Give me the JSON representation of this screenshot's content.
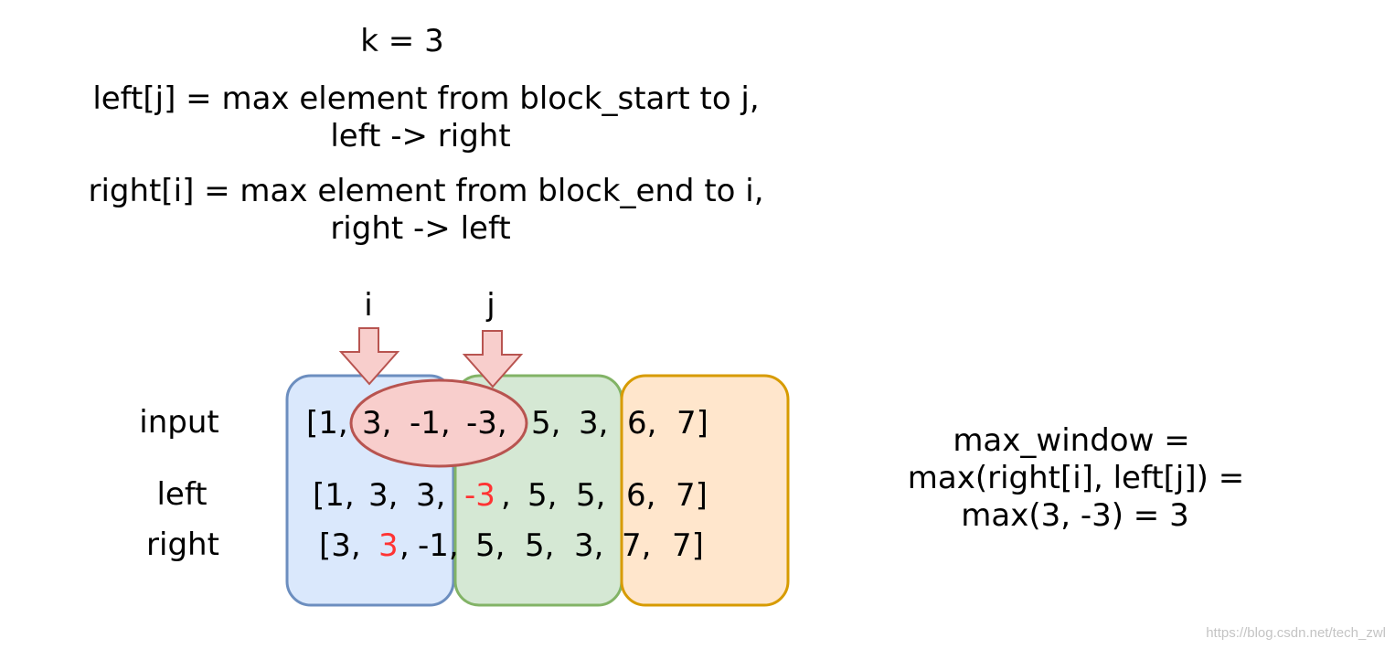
{
  "heading": {
    "k_line": "k = 3",
    "left_def_line1": "left[j] = max element from block_start to j,",
    "left_def_line2": "left -> right",
    "right_def_line1": "right[i] = max element from block_end to i,",
    "right_def_line2": "right -> left"
  },
  "pointers": {
    "i_label": "i",
    "j_label": "j"
  },
  "row_labels": {
    "input": "input",
    "left": "left",
    "right": "right"
  },
  "rows": {
    "input": {
      "open": "[1,",
      "cells": [
        "3,",
        "-1,",
        "-3,",
        "5,",
        "3,",
        "6,"
      ],
      "close": "7]"
    },
    "left": {
      "open": "[1,",
      "cells": [
        "3,",
        "3,"
      ],
      "highlight": "-3",
      "after_highlight": ",",
      "rest": [
        "5,",
        "5,",
        "6,"
      ],
      "close": "7]"
    },
    "right": {
      "open": "[3,",
      "highlight": "3",
      "after_highlight": ",",
      "cells": [
        "-1,",
        "5,",
        "5,",
        "3,",
        "7,"
      ],
      "close": "7]"
    }
  },
  "formula": {
    "line1": "max_window =",
    "line2": "max(right[i], left[j]) =",
    "line3": "max(3, -3) = 3"
  },
  "watermark": "https://blog.csdn.net/tech_zwl",
  "colors": {
    "block1_fill": "#dae8fc",
    "block1_stroke": "#6c8ebf",
    "block2_fill": "#d5e8d4",
    "block2_stroke": "#82b366",
    "block3_fill": "#ffe6cc",
    "block3_stroke": "#d79b00",
    "window_fill": "#f8cecc",
    "window_stroke": "#b85450",
    "highlight_text": "#ff3333"
  }
}
